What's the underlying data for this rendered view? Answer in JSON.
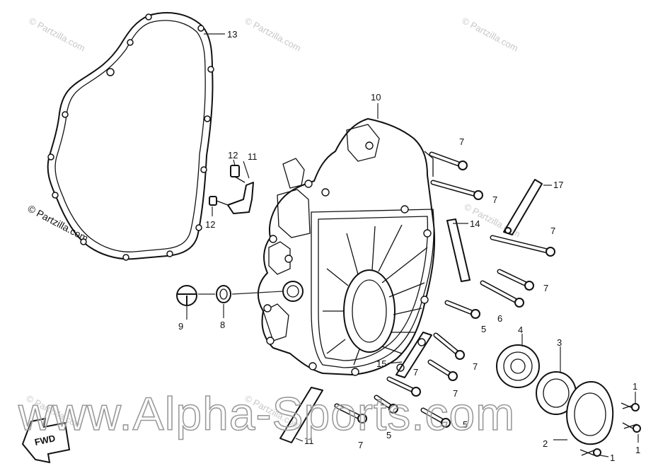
{
  "watermarks": {
    "site": "© Partzilla.com",
    "brand": "www.Alpha-Sports.com"
  },
  "direction_label": "FWD",
  "callouts": {
    "c1a": "1",
    "c1b": "1",
    "c1c": "1",
    "c2": "2",
    "c3": "3",
    "c4": "4",
    "c5a": "5",
    "c5b": "5",
    "c5c": "5",
    "c6": "6",
    "c7a": "7",
    "c7b": "7",
    "c7c": "7",
    "c7d": "7",
    "c7e": "7",
    "c7f": "7",
    "c7g": "7",
    "c8": "8",
    "c9": "9",
    "c10": "10",
    "c11a": "11",
    "c11b": "11",
    "c12a": "12",
    "c12b": "12",
    "c13": "13",
    "c14": "14",
    "c15": "15",
    "c17": "17"
  },
  "colors": {
    "line": "#111111",
    "watermark": "#c8c8c8"
  }
}
